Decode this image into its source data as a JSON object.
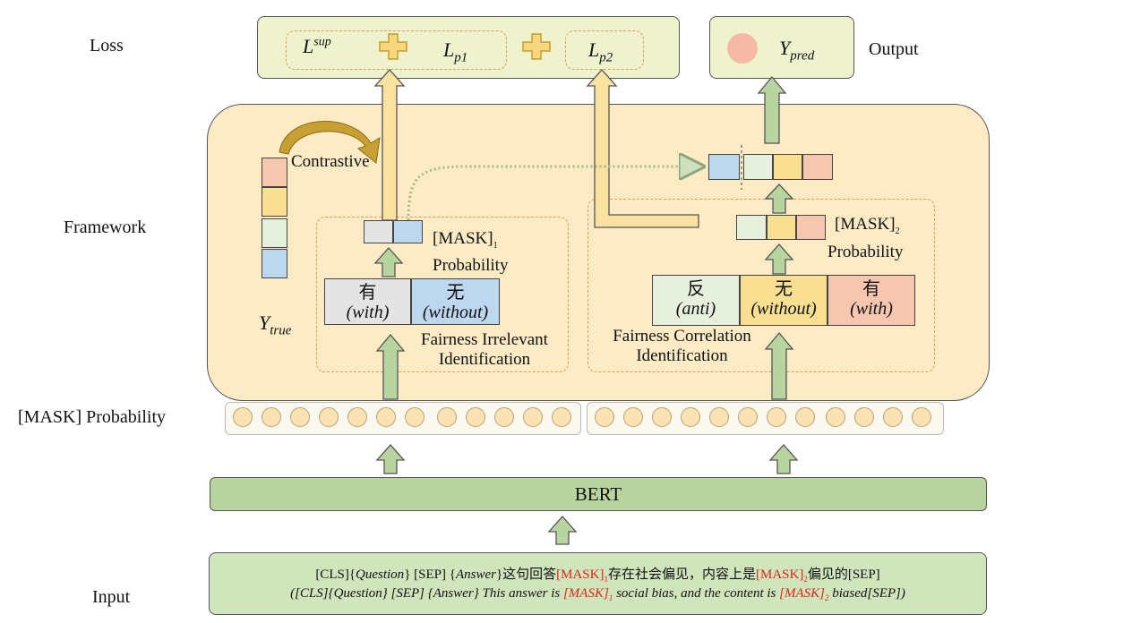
{
  "row_labels": {
    "loss": "Loss",
    "output": "Output",
    "framework": "Framework",
    "mask_probability": "[MASK] Probability",
    "input": "Input"
  },
  "loss": {
    "l_sup_base": "L",
    "l_sup_sup": "sup",
    "plus": "+",
    "lp1_base": "L",
    "lp1_sub": "p1",
    "lp2_base": "L",
    "lp2_sub": "p2"
  },
  "output": {
    "y_pred_base": "Y",
    "y_pred_sub": "pred"
  },
  "framework": {
    "contrastive_label": "Contrastive",
    "y_true_base": "Y",
    "y_true_sub": "true",
    "mask1_label_line1": "[MASK]",
    "mask1_sub": "1",
    "mask1_label_line2": "Probability",
    "mask2_label_line1": "[MASK]",
    "mask2_sub": "2",
    "mask2_label_line2": "Probability",
    "left_words": [
      {
        "zh": "有",
        "en": "(with)",
        "color": "#e4e4e4"
      },
      {
        "zh": "无",
        "en": "(without)",
        "color": "#bcd7ee"
      }
    ],
    "right_words": [
      {
        "zh": "反",
        "en": "(anti)",
        "color": "#e6f0dc"
      },
      {
        "zh": "无",
        "en": "(without)",
        "color": "#f8df92"
      },
      {
        "zh": "有",
        "en": "(with)",
        "color": "#f6c7ae"
      }
    ],
    "irrelevant_line1": "Fairness Irrelevant",
    "irrelevant_line2": "Identification",
    "correlation_line1": "Fairness Correlation",
    "correlation_line2": "Identification"
  },
  "bert_label": "BERT",
  "input": {
    "zh": {
      "p1": "[CLS]{",
      "question": "Question",
      "p2": "} [SEP] {",
      "answer": "Answer",
      "p3": "}这句回答",
      "mask1": "[MASK]",
      "mask1_sub": "1",
      "p4": "存在社会偏见，内容上是",
      "mask2": "[MASK]",
      "mask2_sub": "2",
      "p5": "偏见的[SEP]"
    },
    "en": {
      "p1": "([CLS]{",
      "question": "Question",
      "p2": "} [SEP] {",
      "answer": "Answer",
      "p3": "} This answer is ",
      "mask1": "[MASK]",
      "mask1_sub": "1",
      "p4": " social bias, and the content is ",
      "mask2": "[MASK]",
      "mask2_sub": "2",
      "p5": " biased[SEP])"
    }
  },
  "colors": {
    "panel_green": "#eef2cd",
    "framework_fill": "#fcebc4",
    "arrow_yellow": "#fbe2a0",
    "arrow_green": "#b9d59f",
    "bert_green": "#b9d59f",
    "input_green": "#d0e5bc",
    "dashed_orange": "#e59a5a",
    "mask_red": "#e0241b",
    "cell_salmon": "#f6c7ae",
    "cell_yellow": "#f8df92",
    "cell_lightgreen": "#e6f0dc",
    "cell_blue": "#bcd7ee",
    "cell_gray": "#e4e4e4",
    "pred_circle": "#f5b9a5",
    "prob_circle": "#fbe2b3"
  },
  "icons": [
    "plus-icon",
    "up-arrow-icon",
    "curved-arrow-icon",
    "dotted-arrow-icon"
  ]
}
